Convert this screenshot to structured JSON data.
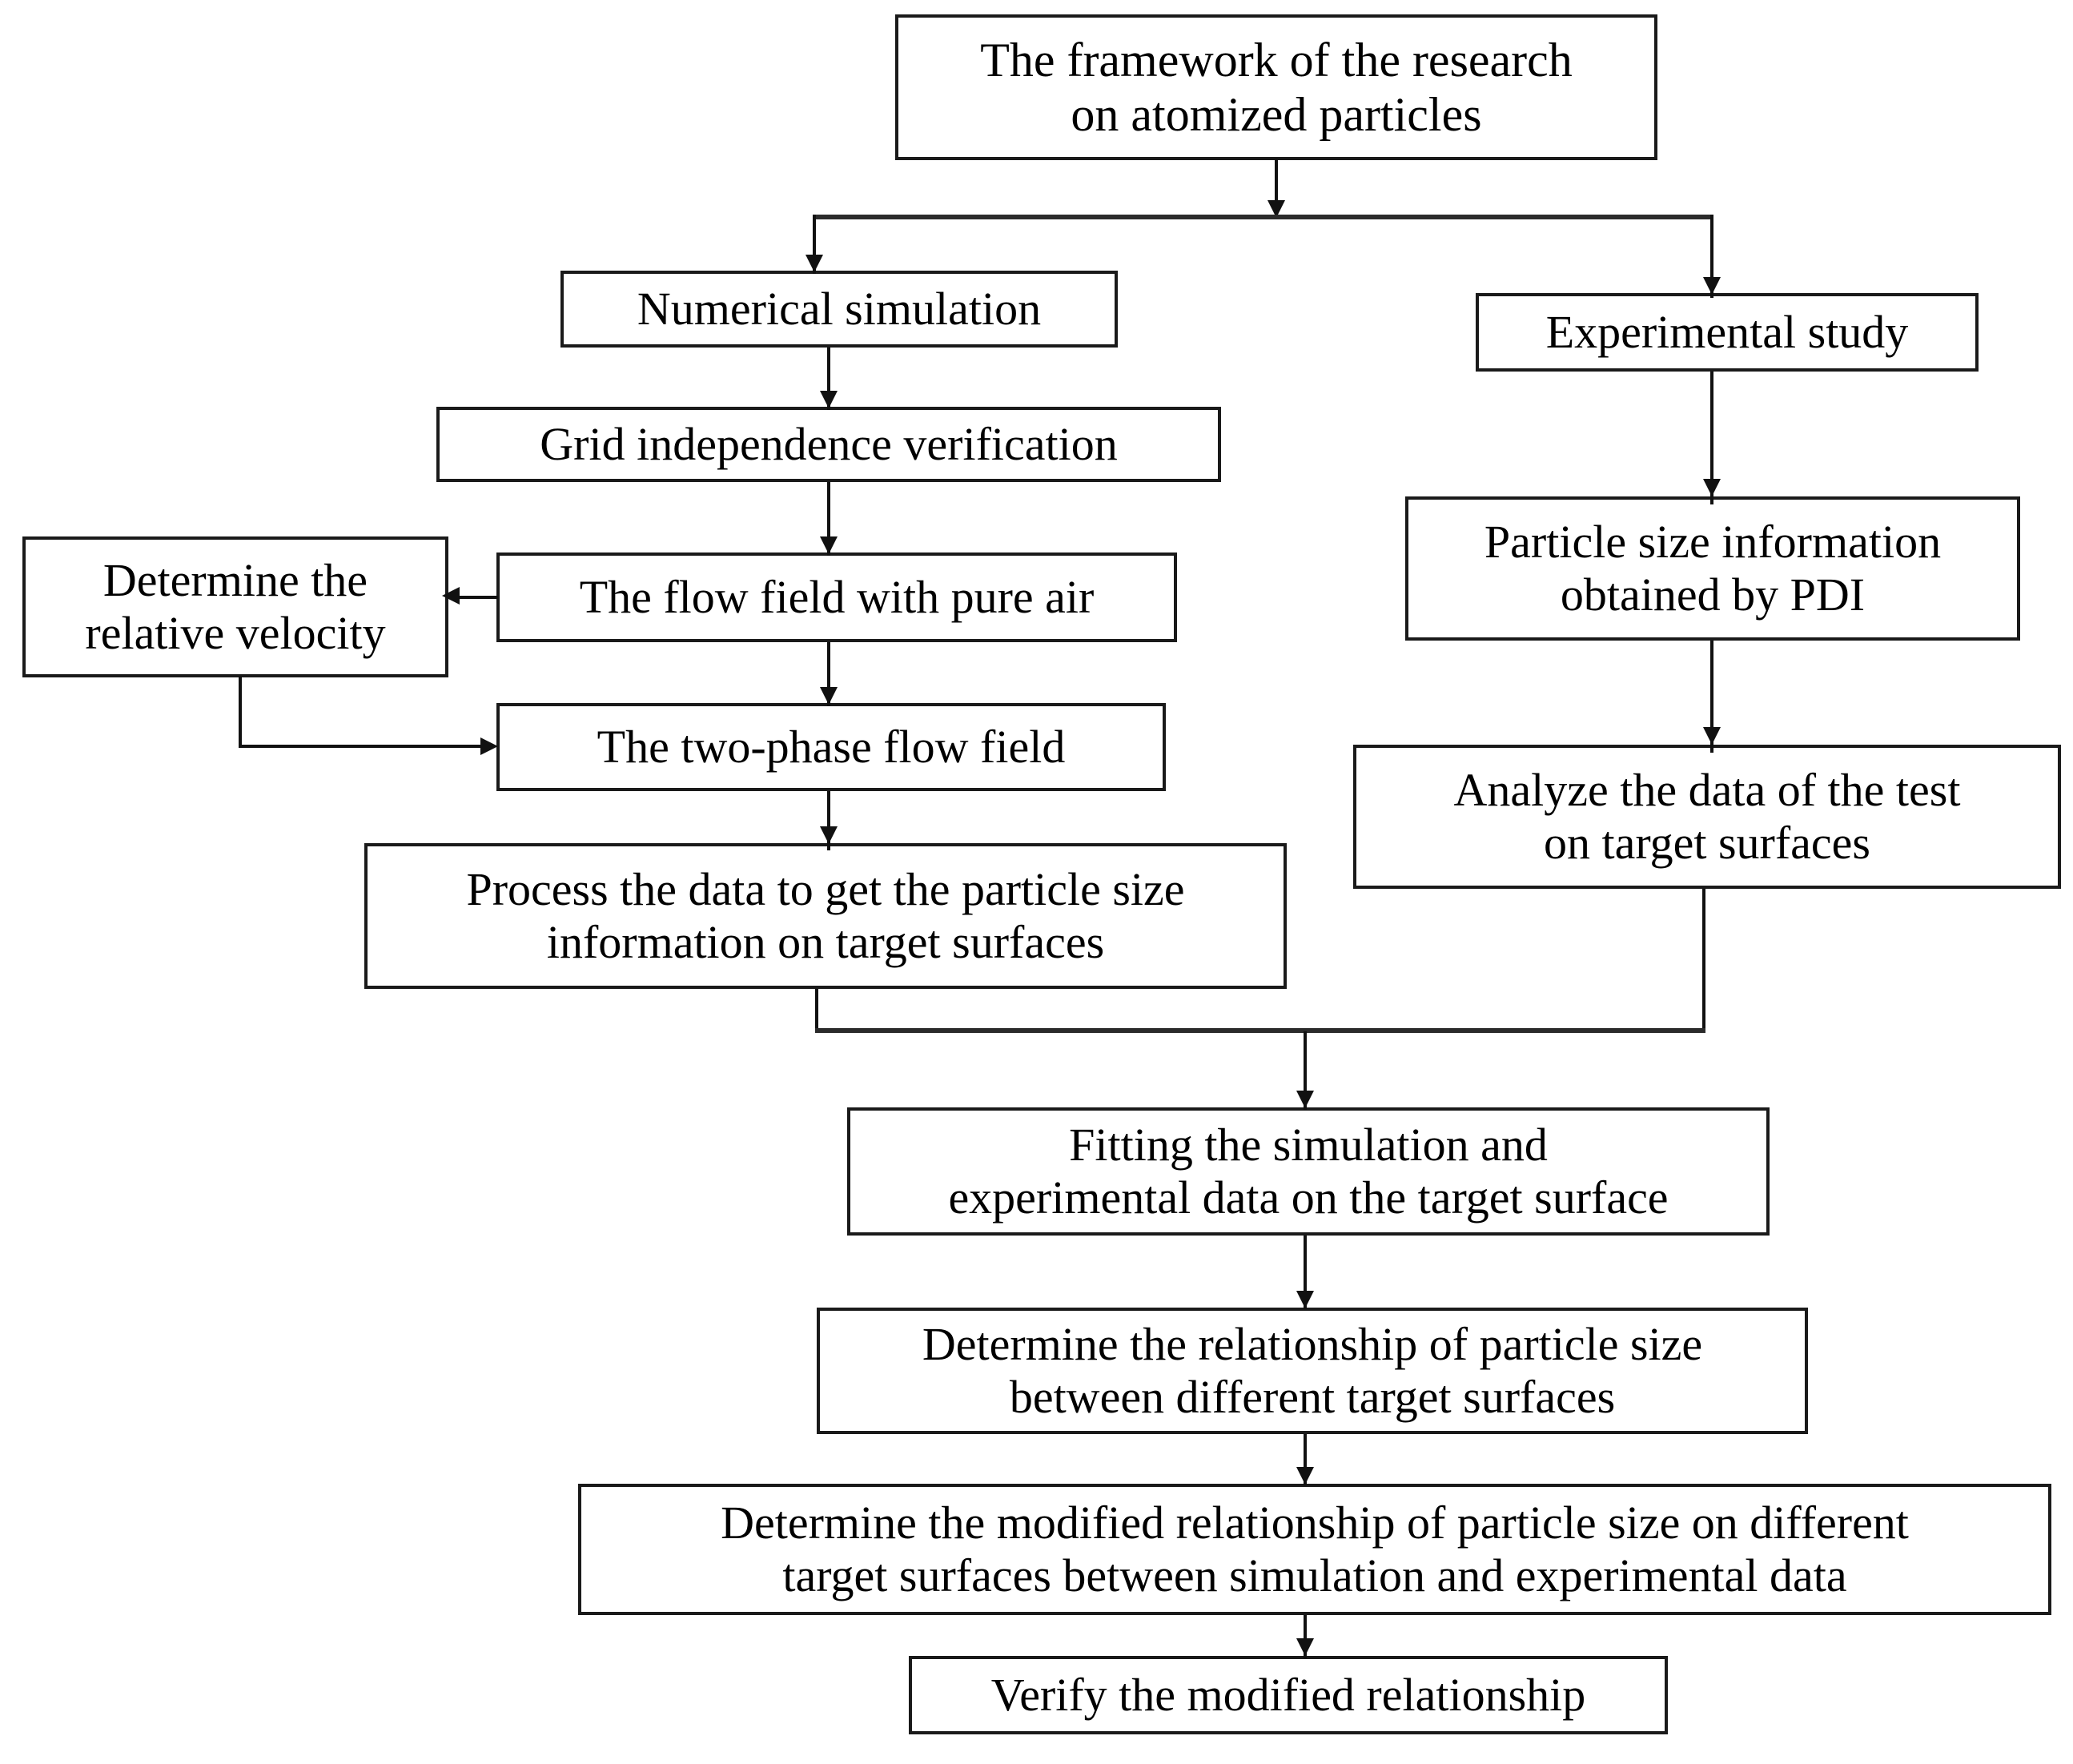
{
  "diagram": {
    "title": "The framework of the research on atomized particles",
    "type": "flowchart",
    "nodes": [
      {
        "id": "root",
        "label": "The framework of the research\non atomized particles"
      },
      {
        "id": "numsim",
        "label": "Numerical simulation"
      },
      {
        "id": "expstudy",
        "label": "Experimental study"
      },
      {
        "id": "grid",
        "label": "Grid independence verification"
      },
      {
        "id": "relvel",
        "label": "Determine the\nrelative velocity"
      },
      {
        "id": "pureair",
        "label": "The flow field with pure air"
      },
      {
        "id": "pdi",
        "label": "Particle size information\nobtained by PDI"
      },
      {
        "id": "twophase",
        "label": "The  two-phase flow field"
      },
      {
        "id": "analyze",
        "label": "Analyze the data of the test\non target surfaces"
      },
      {
        "id": "process",
        "label": "Process the data to get the particle size\ninformation on target surfaces"
      },
      {
        "id": "fitting",
        "label": "Fitting the simulation and\nexperimental data on the target surface"
      },
      {
        "id": "determinerel",
        "label": "Determine the relationship of particle size\nbetween different target surfaces"
      },
      {
        "id": "determinemod",
        "label": "Determine the modified relationship of particle size on different\ntarget surfaces between simulation and experimental data"
      },
      {
        "id": "verify",
        "label": "Verify the modified relationship"
      }
    ],
    "edges": [
      {
        "from": "root",
        "to": "numsim",
        "style": "split-left"
      },
      {
        "from": "root",
        "to": "expstudy",
        "style": "split-right"
      },
      {
        "from": "numsim",
        "to": "grid",
        "style": "straight-down"
      },
      {
        "from": "grid",
        "to": "pureair",
        "style": "straight-down"
      },
      {
        "from": "pureair",
        "to": "relvel",
        "style": "straight-left"
      },
      {
        "from": "pureair",
        "to": "twophase",
        "style": "straight-down"
      },
      {
        "from": "relvel",
        "to": "twophase",
        "style": "elbow-down-right"
      },
      {
        "from": "twophase",
        "to": "process",
        "style": "straight-down"
      },
      {
        "from": "expstudy",
        "to": "pdi",
        "style": "straight-down"
      },
      {
        "from": "pdi",
        "to": "analyze",
        "style": "straight-down"
      },
      {
        "from": "process",
        "to": "fitting",
        "style": "merge-left"
      },
      {
        "from": "analyze",
        "to": "fitting",
        "style": "merge-right"
      },
      {
        "from": "fitting",
        "to": "determinerel",
        "style": "straight-down"
      },
      {
        "from": "determinerel",
        "to": "determinemod",
        "style": "straight-down"
      },
      {
        "from": "determinemod",
        "to": "verify",
        "style": "straight-down"
      }
    ],
    "colors": {
      "stroke": "#111111",
      "box_border": "#1a1a1a",
      "box_fill": "#ffffff",
      "text": "#000000",
      "background": "#ffffff"
    }
  }
}
